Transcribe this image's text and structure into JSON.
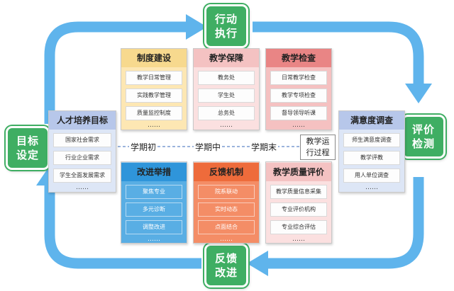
{
  "cycle": {
    "top": {
      "line1": "行动",
      "line2": "执行"
    },
    "right": {
      "line1": "评价",
      "line2": "检测"
    },
    "bottom": {
      "line1": "反馈",
      "line2": "改进"
    },
    "left": {
      "line1": "目标",
      "line2": "设定"
    }
  },
  "colors": {
    "cycle_green": "#3fae63",
    "loop_blue": "#5fb4ec",
    "yellow": "#fde7b3",
    "pink": "#fbe0e0",
    "rose": "#e98585",
    "blue": "#2f95da",
    "orange": "#ee6b3b",
    "light_blue": "#b7c7ea"
  },
  "panels": {
    "talent": {
      "title": "人才培养目标",
      "items": [
        "国家社会需求",
        "行业企业需求",
        "学生全面发展需求"
      ],
      "more": "……"
    },
    "system": {
      "title": "制度建设",
      "items": [
        "教学日常管理",
        "实践教学管理",
        "质量监控制度"
      ],
      "more": "……"
    },
    "support": {
      "title": "教学保障",
      "items": [
        "教务处",
        "学生处",
        "总务处"
      ],
      "more": "……"
    },
    "inspection": {
      "title": "教学检查",
      "items": [
        "日常教学检查",
        "教学专项检查",
        "督导领导听课"
      ],
      "more": "……"
    },
    "satisfaction": {
      "title": "满意度调查",
      "items": [
        "师生满意度调查",
        "教学评教",
        "用人单位调查"
      ],
      "more": "……"
    },
    "improve": {
      "title": "改进举措",
      "items": [
        "聚焦专业",
        "多元诊断",
        "调整改进"
      ],
      "more": "……"
    },
    "feedback": {
      "title": "反馈机制",
      "items": [
        "院系联动",
        "实时动态",
        "点面结合"
      ],
      "more": "……"
    },
    "evaluation": {
      "title": "教学质量评价",
      "items": [
        "教学质量信息采集",
        "专业评价机构",
        "专业综合评估"
      ],
      "more": "……"
    }
  },
  "timeline": {
    "start": "学期初",
    "middle": "学期中",
    "end": "学期末",
    "run_line1": "教学运",
    "run_line2": "行过程"
  }
}
